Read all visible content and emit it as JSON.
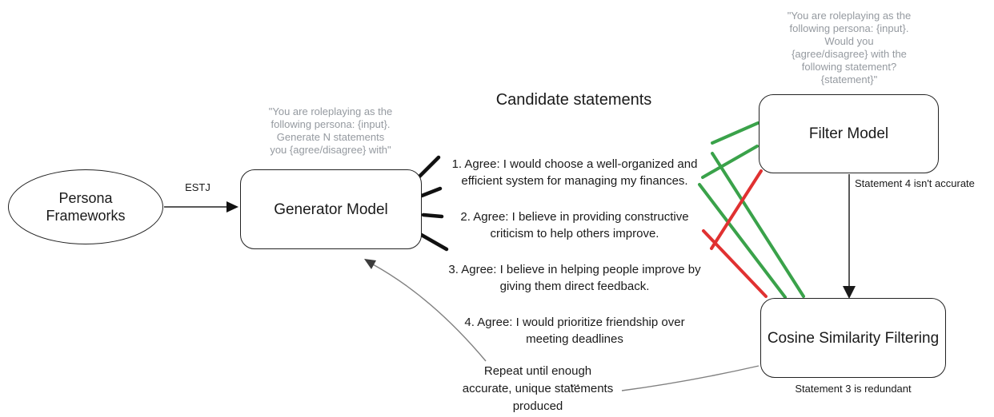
{
  "colors": {
    "accept_green": "#3aa24a",
    "reject_red": "#e03131",
    "prompt_gray": "#959aa0",
    "connector_gray": "#808080",
    "ink_black": "#1a1a1a"
  },
  "nodes": {
    "persona": {
      "label": "Persona\nFrameworks"
    },
    "generator": {
      "label": "Generator Model",
      "prompt": "\"You are roleplaying as the\nfollowing persona: {input}.\nGenerate N statements\nyou {agree/disagree} with\""
    },
    "filter": {
      "label": "Filter Model",
      "prompt": "\"You are roleplaying as the\nfollowing persona: {input}.\nWould you\n{agree/disagree} with the\nfollowing statement?\n{statement}\""
    },
    "cosine": {
      "label": "Cosine Similarity Filtering"
    }
  },
  "labels": {
    "estj": "ESTJ",
    "filter_note": "Statement 4 isn't accurate",
    "cosine_note": "Statement 3 is redundant",
    "repeat_note": "Repeat until enough\naccurate, unique statements\nproduced"
  },
  "candidates": {
    "title": "Candidate statements",
    "statements": [
      {
        "text": "1. Agree: I would choose a well-organized and\nefficient system for managing my finances."
      },
      {
        "text": "2. Agree: I believe in providing constructive\ncriticism to help others improve."
      },
      {
        "text": "3. Agree: I believe in helping people improve by\ngiving them direct feedback."
      },
      {
        "text": "4. Agree: I would prioritize friendship over\nmeeting deadlines"
      }
    ],
    "ellipsis": "..."
  }
}
